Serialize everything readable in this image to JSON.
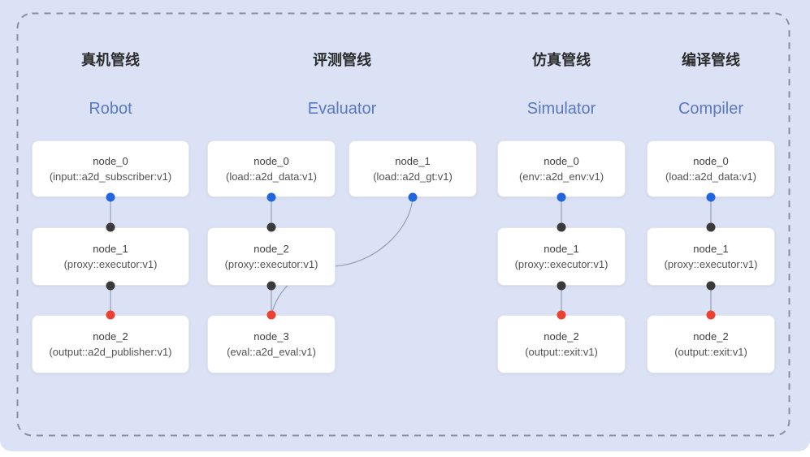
{
  "page": {
    "background": "#dbe2f5",
    "dashed_border_color": "#8a909c"
  },
  "colors": {
    "node_bg": "#ffffff",
    "node_border": "#e3e5ea",
    "edge_line": "#93a0b5",
    "port_blue": "#2166dd",
    "port_dark": "#3a3a3a",
    "port_red": "#ea4130",
    "header_zh_color": "#2b2b2b",
    "header_en_color": "#5a78c3",
    "node_title_color": "#3f3f3f",
    "node_type_color": "#525252"
  },
  "pipelines": [
    {
      "id": "robot",
      "title_zh": "真机管线",
      "title_en": "Robot",
      "nodes": [
        {
          "name": "node_0",
          "type": "(input::a2d_subscriber:v1)",
          "col": 0,
          "row": 0,
          "ports": {
            "bottom": "blue"
          }
        },
        {
          "name": "node_1",
          "type": "(proxy::executor:v1)",
          "col": 0,
          "row": 1,
          "ports": {
            "top": "dark",
            "bottom": "dark"
          }
        },
        {
          "name": "node_2",
          "type": "(output::a2d_publisher:v1)",
          "col": 0,
          "row": 2,
          "ports": {
            "top": "red"
          }
        }
      ],
      "edges": [
        {
          "from": 0,
          "to": 1
        },
        {
          "from": 1,
          "to": 2
        }
      ]
    },
    {
      "id": "evaluator",
      "title_zh": "评测管线",
      "title_en": "Evaluator",
      "nodes": [
        {
          "name": "node_0",
          "type": "(load::a2d_data:v1)",
          "col": 0,
          "row": 0,
          "ports": {
            "bottom": "blue"
          }
        },
        {
          "name": "node_1",
          "type": "(load::a2d_gt:v1)",
          "col": 1,
          "row": 0,
          "ports": {
            "bottom": "blue"
          }
        },
        {
          "name": "node_2",
          "type": "(proxy::executor:v1)",
          "col": 0,
          "row": 1,
          "ports": {
            "top": "dark",
            "bottom": "dark"
          }
        },
        {
          "name": "node_3",
          "type": "(eval::a2d_eval:v1)",
          "col": 0,
          "row": 2,
          "ports": {
            "top": "red"
          }
        }
      ],
      "edges": [
        {
          "from": 0,
          "to": 2
        },
        {
          "from": 2,
          "to": 3
        },
        {
          "from": 1,
          "to": 3,
          "curve": true
        }
      ]
    },
    {
      "id": "simulator",
      "title_zh": "仿真管线",
      "title_en": "Simulator",
      "nodes": [
        {
          "name": "node_0",
          "type": "(env::a2d_env:v1)",
          "col": 0,
          "row": 0,
          "ports": {
            "bottom": "blue"
          }
        },
        {
          "name": "node_1",
          "type": "(proxy::executor:v1)",
          "col": 0,
          "row": 1,
          "ports": {
            "top": "dark",
            "bottom": "dark"
          }
        },
        {
          "name": "node_2",
          "type": "(output::exit:v1)",
          "col": 0,
          "row": 2,
          "ports": {
            "top": "red"
          }
        }
      ],
      "edges": [
        {
          "from": 0,
          "to": 1
        },
        {
          "from": 1,
          "to": 2
        }
      ]
    },
    {
      "id": "compiler",
      "title_zh": "编译管线",
      "title_en": "Compiler",
      "nodes": [
        {
          "name": "node_0",
          "type": "(load::a2d_data:v1)",
          "col": 0,
          "row": 0,
          "ports": {
            "bottom": "blue"
          }
        },
        {
          "name": "node_1",
          "type": "(proxy::executor:v1)",
          "col": 0,
          "row": 1,
          "ports": {
            "top": "dark",
            "bottom": "dark"
          }
        },
        {
          "name": "node_2",
          "type": "(output::exit:v1)",
          "col": 0,
          "row": 2,
          "ports": {
            "top": "red"
          }
        }
      ],
      "edges": [
        {
          "from": 0,
          "to": 1
        },
        {
          "from": 1,
          "to": 2
        }
      ]
    }
  ]
}
